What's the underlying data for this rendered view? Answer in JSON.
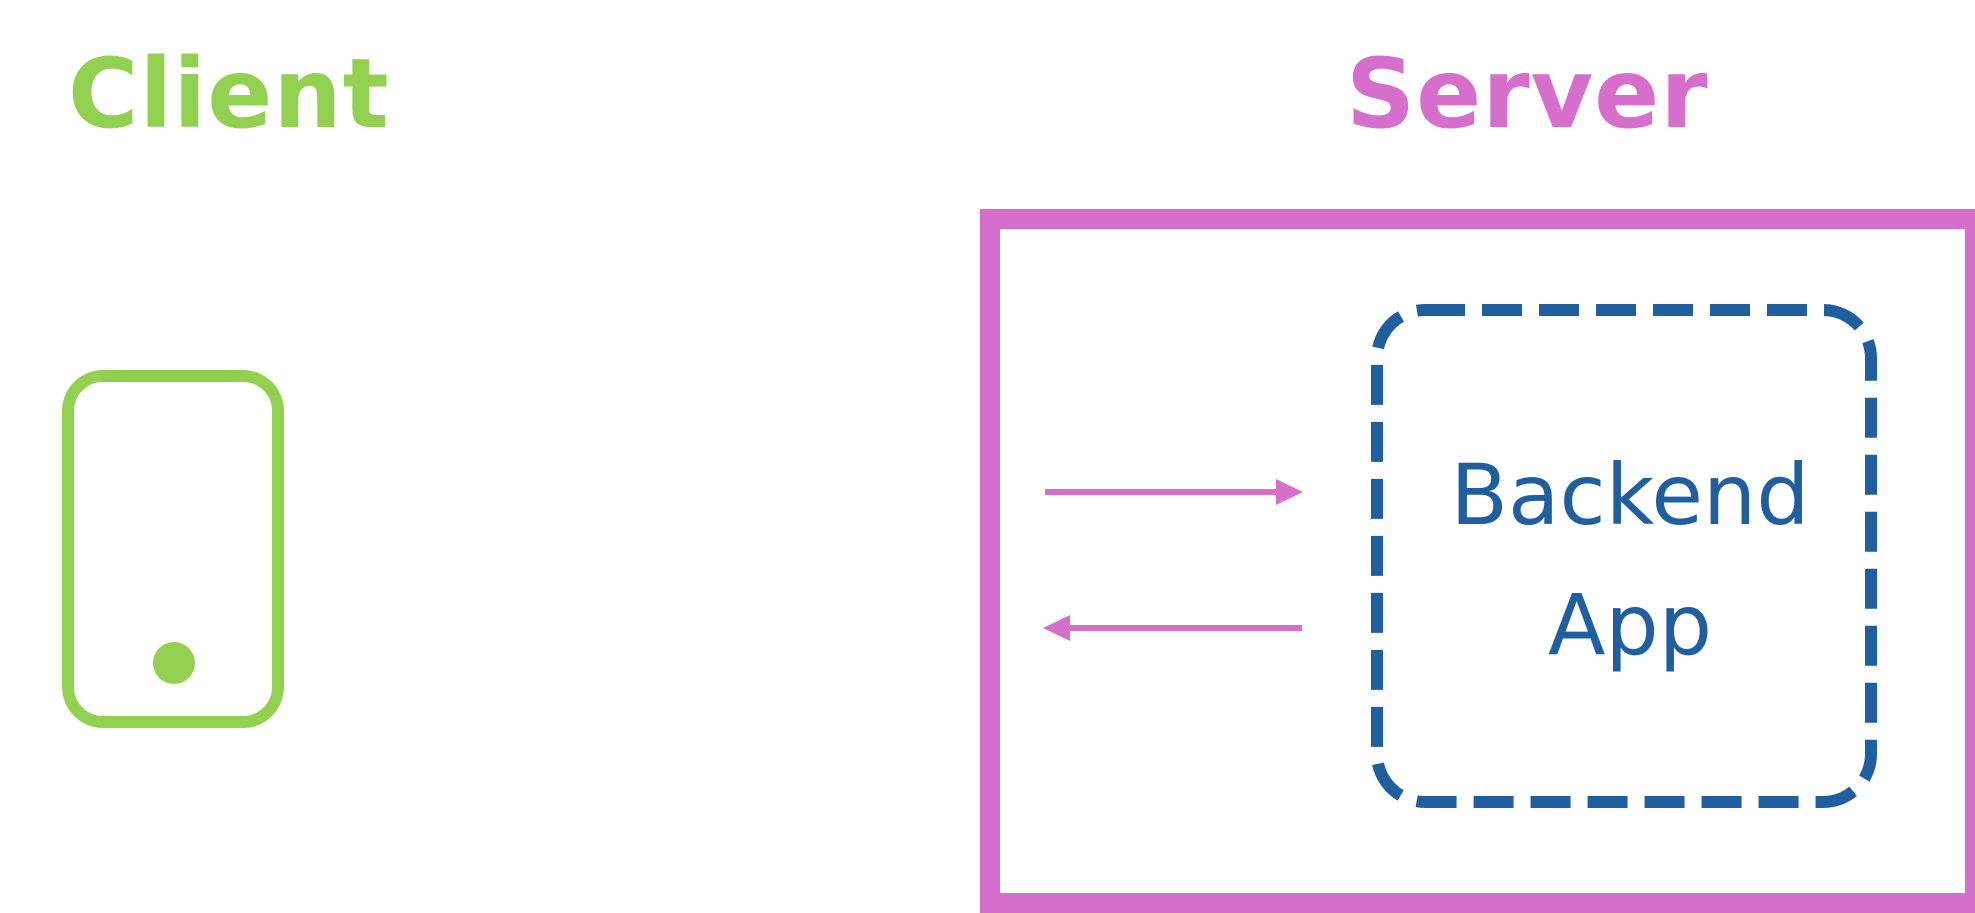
{
  "client": {
    "label": "Client",
    "color": "#92d050"
  },
  "server": {
    "label": "Server",
    "color": "#d56fcb"
  },
  "backend": {
    "line1": "Backend",
    "line2": "App",
    "color": "#1f5f9f"
  },
  "arrows": {
    "color": "#d56fcb",
    "request": "right",
    "response": "left"
  }
}
